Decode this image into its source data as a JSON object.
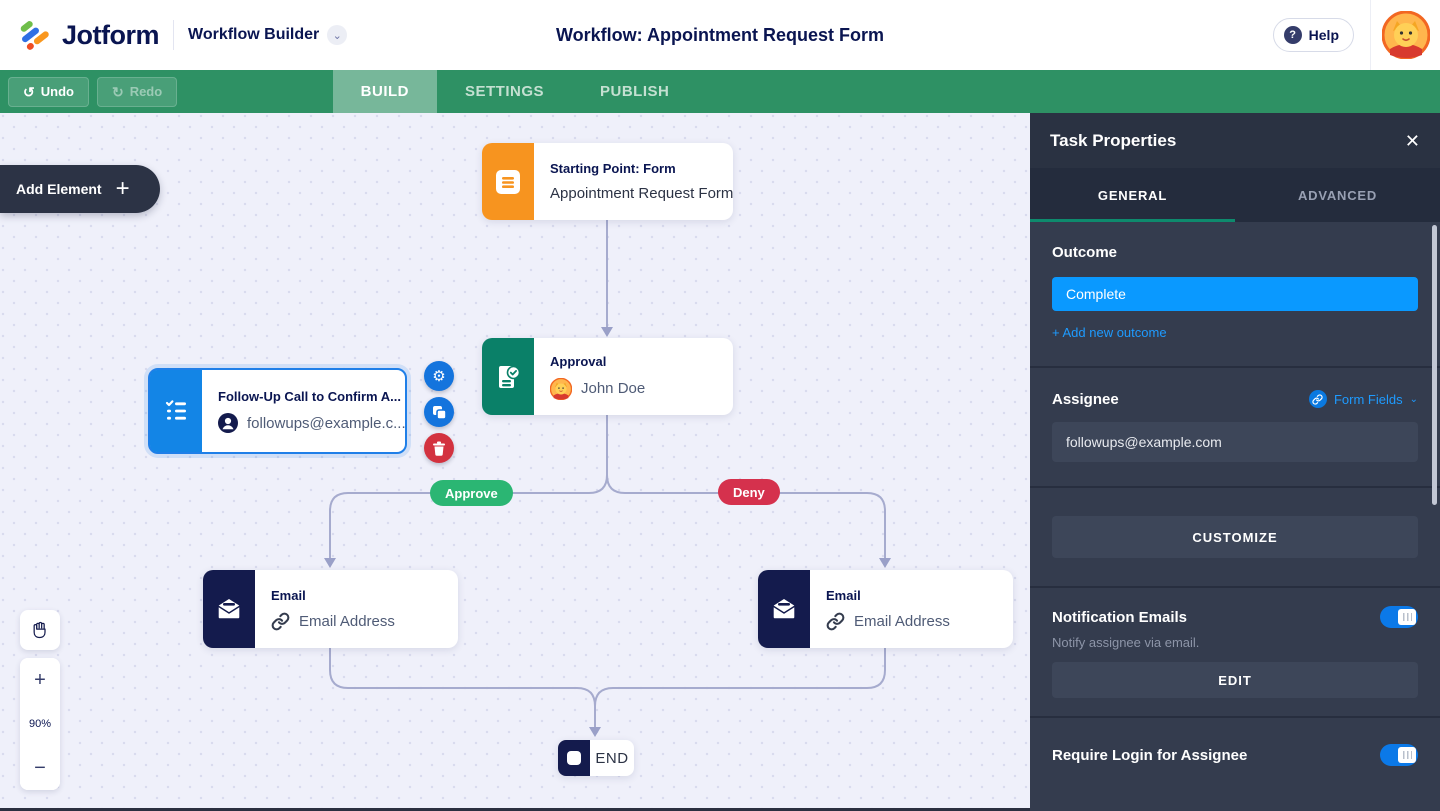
{
  "header": {
    "logo_text": "Jotform",
    "product_name": "Workflow Builder",
    "title": "Workflow: Appointment Request Form",
    "help_label": "Help"
  },
  "toolbar": {
    "undo_label": "Undo",
    "redo_label": "Redo",
    "tabs": [
      {
        "label": "BUILD",
        "active": true
      },
      {
        "label": "SETTINGS",
        "active": false
      },
      {
        "label": "PUBLISH",
        "active": false
      }
    ]
  },
  "canvas": {
    "add_element_label": "Add Element",
    "zoom": {
      "level": "90%",
      "zoom_in": "+",
      "zoom_out": "−"
    },
    "nodes": {
      "start": {
        "type_label": "Starting Point: Form",
        "subtitle": "Appointment Request Form"
      },
      "approval": {
        "type_label": "Approval",
        "assignee": "John Doe"
      },
      "followup": {
        "title": "Follow-Up Call to Confirm A...",
        "assignee": "followups@example.c...",
        "selected": true
      },
      "email_left": {
        "type_label": "Email",
        "subtitle": "Email Address"
      },
      "email_right": {
        "type_label": "Email",
        "subtitle": "Email Address"
      },
      "end": {
        "label": "END"
      }
    },
    "branches": {
      "approve_label": "Approve",
      "deny_label": "Deny"
    }
  },
  "panel": {
    "title": "Task Properties",
    "tabs": [
      {
        "label": "GENERAL",
        "active": true
      },
      {
        "label": "ADVANCED",
        "active": false
      }
    ],
    "outcome": {
      "heading": "Outcome",
      "value": "Complete",
      "add_link": "+ Add new outcome"
    },
    "assignee": {
      "heading": "Assignee",
      "form_fields_label": "Form Fields",
      "value": "followups@example.com"
    },
    "customize_label": "CUSTOMIZE",
    "notification": {
      "heading": "Notification Emails",
      "description": "Notify assignee via email.",
      "edit_label": "EDIT",
      "enabled": true
    },
    "require_login": {
      "heading": "Require Login for Assignee",
      "enabled": true
    }
  },
  "icons": {
    "close": "✕",
    "plus": "+",
    "help": "?",
    "chevron_down": "⌄",
    "chevron_small": "⌄",
    "undo": "↺",
    "redo": "↻",
    "gear": "⚙"
  },
  "colors": {
    "toolbar_green": "#2e9164",
    "navy_text": "#0a1551",
    "node_orange": "#f7941f",
    "node_approval_green": "#0a8068",
    "node_blue": "#1385e6",
    "node_navy": "#141b4d",
    "approve_pill": "#2bb673",
    "deny_pill": "#d5314d",
    "panel_bg": "#343c4e",
    "accent_blue": "#0a99ff",
    "toggle_blue": "#0b79e8",
    "connector": "#a6abce"
  }
}
